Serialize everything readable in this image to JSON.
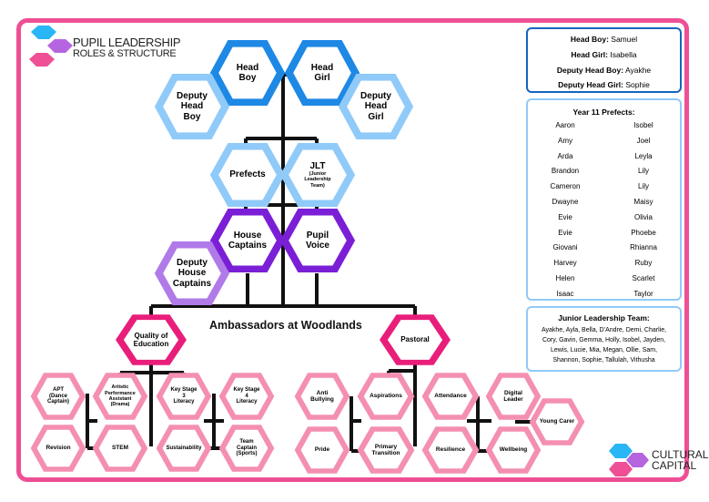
{
  "logo": {
    "line1": "PUPIL LEADERSHIP",
    "line2": "ROLES & STRUCTURE"
  },
  "cultural_capital": {
    "line1": "CULTURAL",
    "line2": "CAPITAL"
  },
  "colors": {
    "frame": "#ee4f95",
    "blue_dark": "#1e88e5",
    "blue_light": "#90caf9",
    "purple_dark": "#7b1fd6",
    "purple_light": "#b07ae8",
    "pink_dark": "#e91e7b",
    "pink_light": "#f48fb1",
    "teal": "#29b6f6",
    "navy": "#1565c0"
  },
  "nodes": {
    "head_boy": "Head\nBoy",
    "head_girl": "Head\nGirl",
    "deputy_head_boy": "Deputy\nHead\nBoy",
    "deputy_head_girl": "Deputy\nHead\nGirl",
    "prefects": "Prefects",
    "jlt_title": "JLT",
    "jlt_sub": "(Junior\nLeadership\nTeam)",
    "house_captains": "House\nCaptains",
    "pupil_voice": "Pupil\nVoice",
    "deputy_house_captains": "Deputy\nHouse\nCaptains",
    "ambassadors_title": "Ambassadors at Woodlands",
    "quality_of_education": "Quality of\nEducation",
    "pastoral": "Pastoral",
    "apt": "APT\n(Dance\nCaptain)",
    "artistic": "Artistic\nPerformance\nAssistant\n(Drama)",
    "ks3": "Key Stage\n3\nLiteracy",
    "ks4": "Key Stage\n4\nLiteracy",
    "revision": "Revision",
    "stem": "STEM",
    "sustainability": "Sustainability",
    "team_captain": "Team\nCaptain\n(Sports)",
    "anti_bullying": "Anti\nBullying",
    "aspirations": "Aspirations",
    "attendance": "Attendance",
    "digital_leader": "Digital\nLeader",
    "pride": "Pride",
    "primary_transition": "Primary\nTransition",
    "resilience": "Resilience",
    "wellbeing": "Wellbeing",
    "young_carer": "Young Carer"
  },
  "head_box": {
    "rows": [
      {
        "label": "Head Boy:",
        "value": " Samuel"
      },
      {
        "label": "Head Girl:",
        "value": " Isabella"
      },
      {
        "label": "Deputy Head Boy:",
        "value": " Ayakhe"
      },
      {
        "label": "Deputy Head Girl:",
        "value": " Sophie"
      }
    ]
  },
  "prefects_box": {
    "title": "Year 11 Prefects:",
    "left": [
      "Aaron",
      "Amy",
      "Arda",
      "Brandon",
      "Cameron",
      "Dwayne",
      "Evie",
      "Evie",
      "Giovani",
      "Harvey",
      "Helen",
      "Isaac"
    ],
    "right": [
      "Isobel",
      "Joel",
      "Leyla",
      "Lily",
      "Lily",
      "Maisy",
      "Olivia",
      "Phoebe",
      "Rhianna",
      "Ruby",
      "Scarlet",
      "Taylor"
    ]
  },
  "jlt_box": {
    "title": "Junior Leadership Team:",
    "lines": [
      "Ayakhe, Ayla, Bella, D’Andre, Demi, Charlie,",
      "Cory, Gavin, Gemma, Holly, Isobel, Jayden,",
      "Lewis, Lucie, Mia, Megan, Ollie, Sam,",
      "Shannon, Sophie, Tallulah, Vithusha"
    ]
  }
}
